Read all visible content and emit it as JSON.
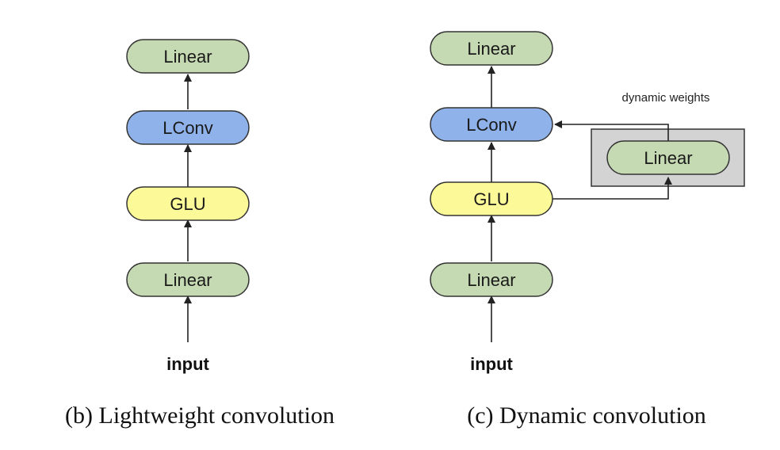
{
  "colors": {
    "linear_fill": "#c5d9b2",
    "lconv_fill": "#8fb2ea",
    "glu_fill": "#fcf998",
    "box_fill": "#d3d3d3",
    "stroke": "#333333"
  },
  "panel_b": {
    "nodes": [
      "Linear",
      "LConv",
      "GLU",
      "Linear"
    ],
    "input_label": "input",
    "caption": "(b) Lightweight convolution"
  },
  "panel_c": {
    "nodes": [
      "Linear",
      "LConv",
      "GLU",
      "Linear"
    ],
    "input_label": "input",
    "side_node": "Linear",
    "side_note": "dynamic weights",
    "caption": "(c) Dynamic convolution"
  }
}
